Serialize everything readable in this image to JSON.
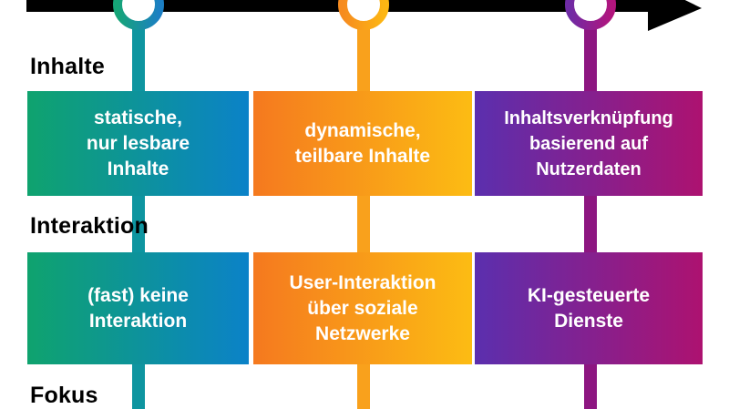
{
  "figure": {
    "background_color": "#ffffff",
    "arrow_color": "#000000"
  },
  "timeline": {
    "milestones": [
      {
        "id": "milestone-1",
        "ring_gradient": [
          "#16A577",
          "#1C7FC4"
        ],
        "stem_color": "#0E95A0"
      },
      {
        "id": "milestone-2",
        "ring_gradient": [
          "#F68B1F",
          "#FDB713"
        ],
        "stem_color": "#F9A11C"
      },
      {
        "id": "milestone-3",
        "ring_gradient": [
          "#6F2BA5",
          "#B2157D"
        ],
        "stem_color": "#8D1681"
      }
    ]
  },
  "columns": [
    {
      "box_gradient": [
        "#0FA36E",
        "#0B82C8"
      ]
    },
    {
      "box_gradient": [
        "#F5791F",
        "#FCBC13"
      ]
    },
    {
      "box_gradient": [
        "#5B2FAE",
        "#AD1270"
      ]
    }
  ],
  "rows": [
    {
      "label": "Inhalte",
      "cells": [
        {
          "text": "statische,\nnur lesbare\nInhalte"
        },
        {
          "text": "dynamische,\nteilbare Inhalte"
        },
        {
          "text": "Inhaltsverknüpfung\nbasierend auf\nNutzerdaten"
        }
      ]
    },
    {
      "label": "Interaktion",
      "cells": [
        {
          "text": "(fast) keine\nInteraktion"
        },
        {
          "text": "User-Interaktion\nüber soziale\nNetzwerke"
        },
        {
          "text": "KI-gesteuerte\nDienste"
        }
      ]
    },
    {
      "label": "Fokus",
      "cells": []
    }
  ]
}
